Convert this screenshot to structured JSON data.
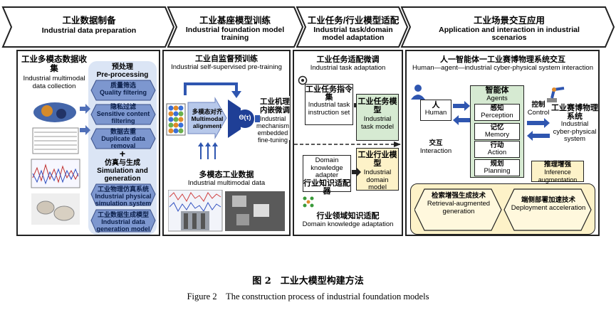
{
  "headers": [
    {
      "zh": "工业数据制备",
      "en": "Industrial data preparation"
    },
    {
      "zh": "工业基座模型训练",
      "en": "Industrial foundation model training"
    },
    {
      "zh": "工业任务/行业模型适配",
      "en": "Industrial task/domain model adaptation"
    },
    {
      "zh": "工业场景交互应用",
      "en": "Application and interaction in industrial scenarios"
    }
  ],
  "p1": {
    "collect_zh": "工业多模态数据收集",
    "collect_en": "Industrial multimodal data collection",
    "pre_zh": "预处理",
    "pre_en": "Pre-processing",
    "pre_items": [
      {
        "zh": "质量筛选",
        "en": "Quality filtering"
      },
      {
        "zh": "隐私过滤",
        "en": "Sensitive content filtering"
      },
      {
        "zh": "数据去重",
        "en": "Duplicate data removal"
      }
    ],
    "plus": "+",
    "sim_zh": "仿真与生成",
    "sim_en": "Simulation and generation",
    "sim_items": [
      {
        "zh": "工业物理仿真系统",
        "en": "Industrial physical simulation system"
      },
      {
        "zh": "工业数据生成模型",
        "en": "Industrial data generation model"
      }
    ]
  },
  "p2": {
    "title_zh": "工业自监督预训练",
    "title_en": "Industrial self-supervised pre-training",
    "align_zh": "多模态对齐",
    "align_en": "Multimodal alignment",
    "theta": "Θ(τ)",
    "embed_zh": "工业机理内嵌微调",
    "embed_en": "Industrial mechanism embedded fine-tuning",
    "data_zh": "多模态工业数据",
    "data_en": "Industrial multimodal data"
  },
  "p3": {
    "title_zh": "工业任务适配微调",
    "title_en": "Industrial task adaptation",
    "instr_zh": "工业任务指令集",
    "instr_en": "Industrial task instruction set",
    "task_zh": "工业任务模型",
    "task_en": "Industrial task model",
    "dom_zh": "工业行业模型",
    "dom_en": "Industrial domain model",
    "adapter_en": "Domain knowledge adapter",
    "adapter_zh": "行业知识适配器",
    "bottom_zh": "行业领域知识适配",
    "bottom_en": "Domain knowledge adaptation"
  },
  "p4": {
    "title_zh": "人一智能体一工业赛博物理系统交互",
    "title_en": "Human—agent—industrial cyber-physical system interaction",
    "human_zh": "人",
    "human_en": "Human",
    "interact_zh": "交互",
    "interact_en": "Interaction",
    "agents_zh": "智能体",
    "agents_en": "Agents",
    "agent_items": [
      {
        "zh": "感知",
        "en": "Perception"
      },
      {
        "zh": "记忆",
        "en": "Memory"
      },
      {
        "zh": "行动",
        "en": "Action"
      },
      {
        "zh": "规划",
        "en": "Planning"
      }
    ],
    "control_zh": "控制",
    "control_en": "Control",
    "cps_zh": "工业赛博物理系统",
    "cps_en": "Industrial cyber-physical system",
    "infer_zh": "推理增强",
    "infer_en": "Inference augmentation",
    "rag_zh": "检索增强生成技术",
    "rag_en": "Retrieval-augmented generation",
    "deploy_zh": "端侧部署加速技术",
    "deploy_en": "Deployment acceleration"
  },
  "caption": {
    "zh": "图 2　工业大模型构建方法",
    "en": "Figure 2　The construction process of industrial foundation models"
  },
  "colors": {
    "blue_fill": "#7d97cf",
    "light_blue": "#dbe5f5",
    "green": "#d6ead2",
    "yellow": "#fdf2c8",
    "dark": "#1a1a1a"
  }
}
